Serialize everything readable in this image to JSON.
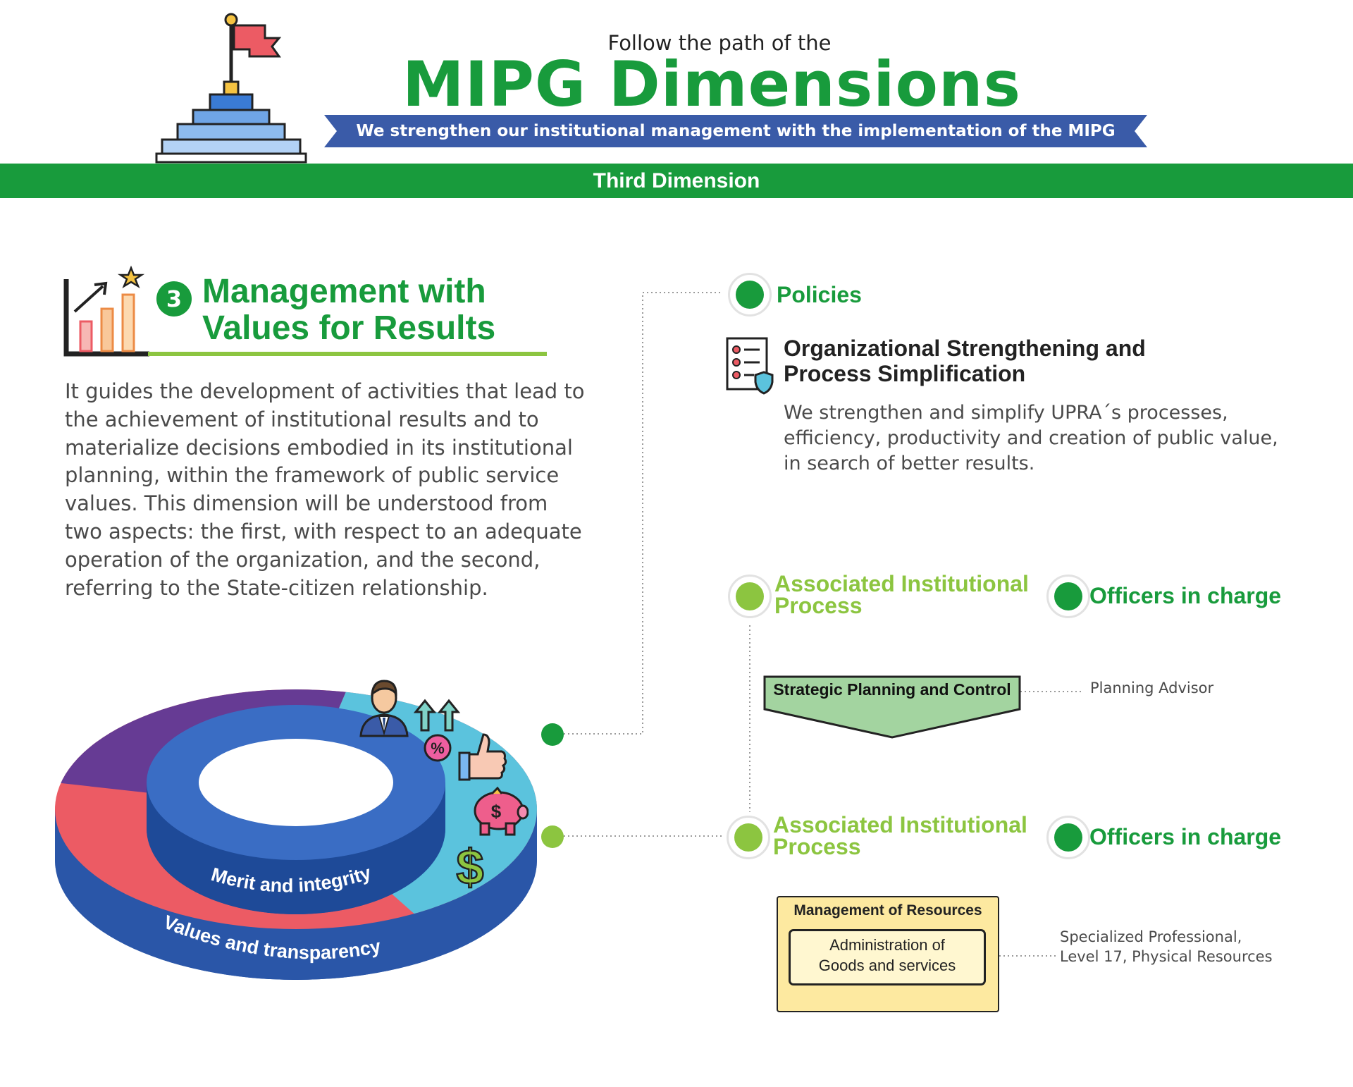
{
  "header": {
    "pre_title": "Follow the path of the",
    "title": "MIPG Dimensions",
    "subtitle": "We strengthen our institutional management with the implementation of the MIPG",
    "band": "Third Dimension"
  },
  "section": {
    "number": "3",
    "title_line1": "Management with",
    "title_line2": "Values for Results",
    "body": "It guides the development of activities that lead to the achievement of institutional results and to materialize decisions embodied in its institutional planning, within the framework of public service values. This dimension will be understood from two aspects: the first, with respect to an adequate operation of the organization, and the second, referring to the State-citizen relationship."
  },
  "ring": {
    "inner_label": "Merit and integrity",
    "outer_label": "Values and transparency"
  },
  "policies": {
    "label": "Policies",
    "policy_title_line1": "Organizational Strengthening and",
    "policy_title_line2": "Process Simplification",
    "policy_text": "We strengthen and simplify UPRA´s processes, efficiency, productivity and creation of public value, in search of better results."
  },
  "block1": {
    "process_label_line1": "Associated Institutional",
    "process_label_line2": "Process",
    "officers_label": "Officers in charge",
    "process_name": "Strategic Planning and Control",
    "officer": "Planning Advisor"
  },
  "block2": {
    "process_label_line1": "Associated Institutional",
    "process_label_line2": "Process",
    "officers_label": "Officers in charge",
    "process_name": "Management of Resources",
    "subprocess_line1": "Administration of",
    "subprocess_line2": "Goods and services",
    "officer_line1": "Specialized Professional,",
    "officer_line2": "Level 17, Physical Resources"
  },
  "colors": {
    "green": "#189b3c",
    "lime": "#8cc540",
    "blue": "#3a5ba8",
    "purple": "#663b94",
    "coral": "#ec5b64",
    "cyan": "#5bc3dd"
  },
  "icons": [
    "flag-pyramid-icon",
    "chart-growth-icon",
    "checklist-shield-icon",
    "businessman-icon",
    "arrows-up-icon",
    "percent-icon",
    "thumbs-up-icon",
    "piggy-bank-icon",
    "dollar-icon"
  ]
}
